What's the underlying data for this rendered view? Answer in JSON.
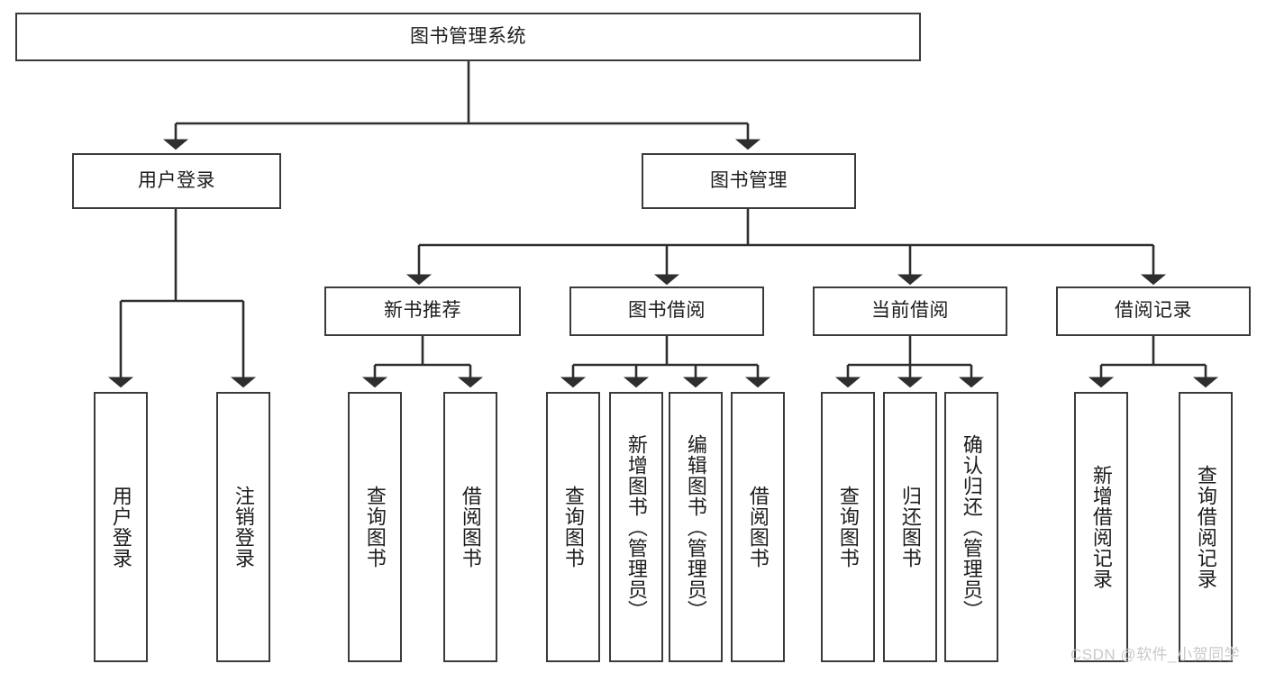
{
  "diagram": {
    "type": "tree-hierarchy-chart",
    "title": "图书管理系统",
    "stroke_color": "#3b3b3b",
    "text_color": "#1c1c1c",
    "background": "#ffffff",
    "levels": 4
  },
  "root": {
    "label": "图书管理系统"
  },
  "level2": [
    {
      "label": "用户登录"
    },
    {
      "label": "图书管理"
    }
  ],
  "level3": [
    {
      "label": "新书推荐"
    },
    {
      "label": "图书借阅"
    },
    {
      "label": "当前借阅"
    },
    {
      "label": "借阅记录"
    }
  ],
  "leaves": {
    "user_login": [
      {
        "label": "用户登录"
      },
      {
        "label": "注销登录"
      }
    ],
    "new_book_recommend": [
      {
        "label": "查询图书"
      },
      {
        "label": "借阅图书"
      }
    ],
    "book_borrow": [
      {
        "label": "查询图书"
      },
      {
        "label": "新增图书（管理员）"
      },
      {
        "label": "编辑图书（管理员）"
      },
      {
        "label": "借阅图书"
      }
    ],
    "current_borrow": [
      {
        "label": "查询图书"
      },
      {
        "label": "归还图书"
      },
      {
        "label": "确认归还（管理员）"
      }
    ],
    "borrow_record": [
      {
        "label": "新增借阅记录"
      },
      {
        "label": "查询借阅记录"
      }
    ]
  },
  "watermark": {
    "text": "CSDN @软件_小贺同学",
    "color": "#c9c9c9"
  }
}
